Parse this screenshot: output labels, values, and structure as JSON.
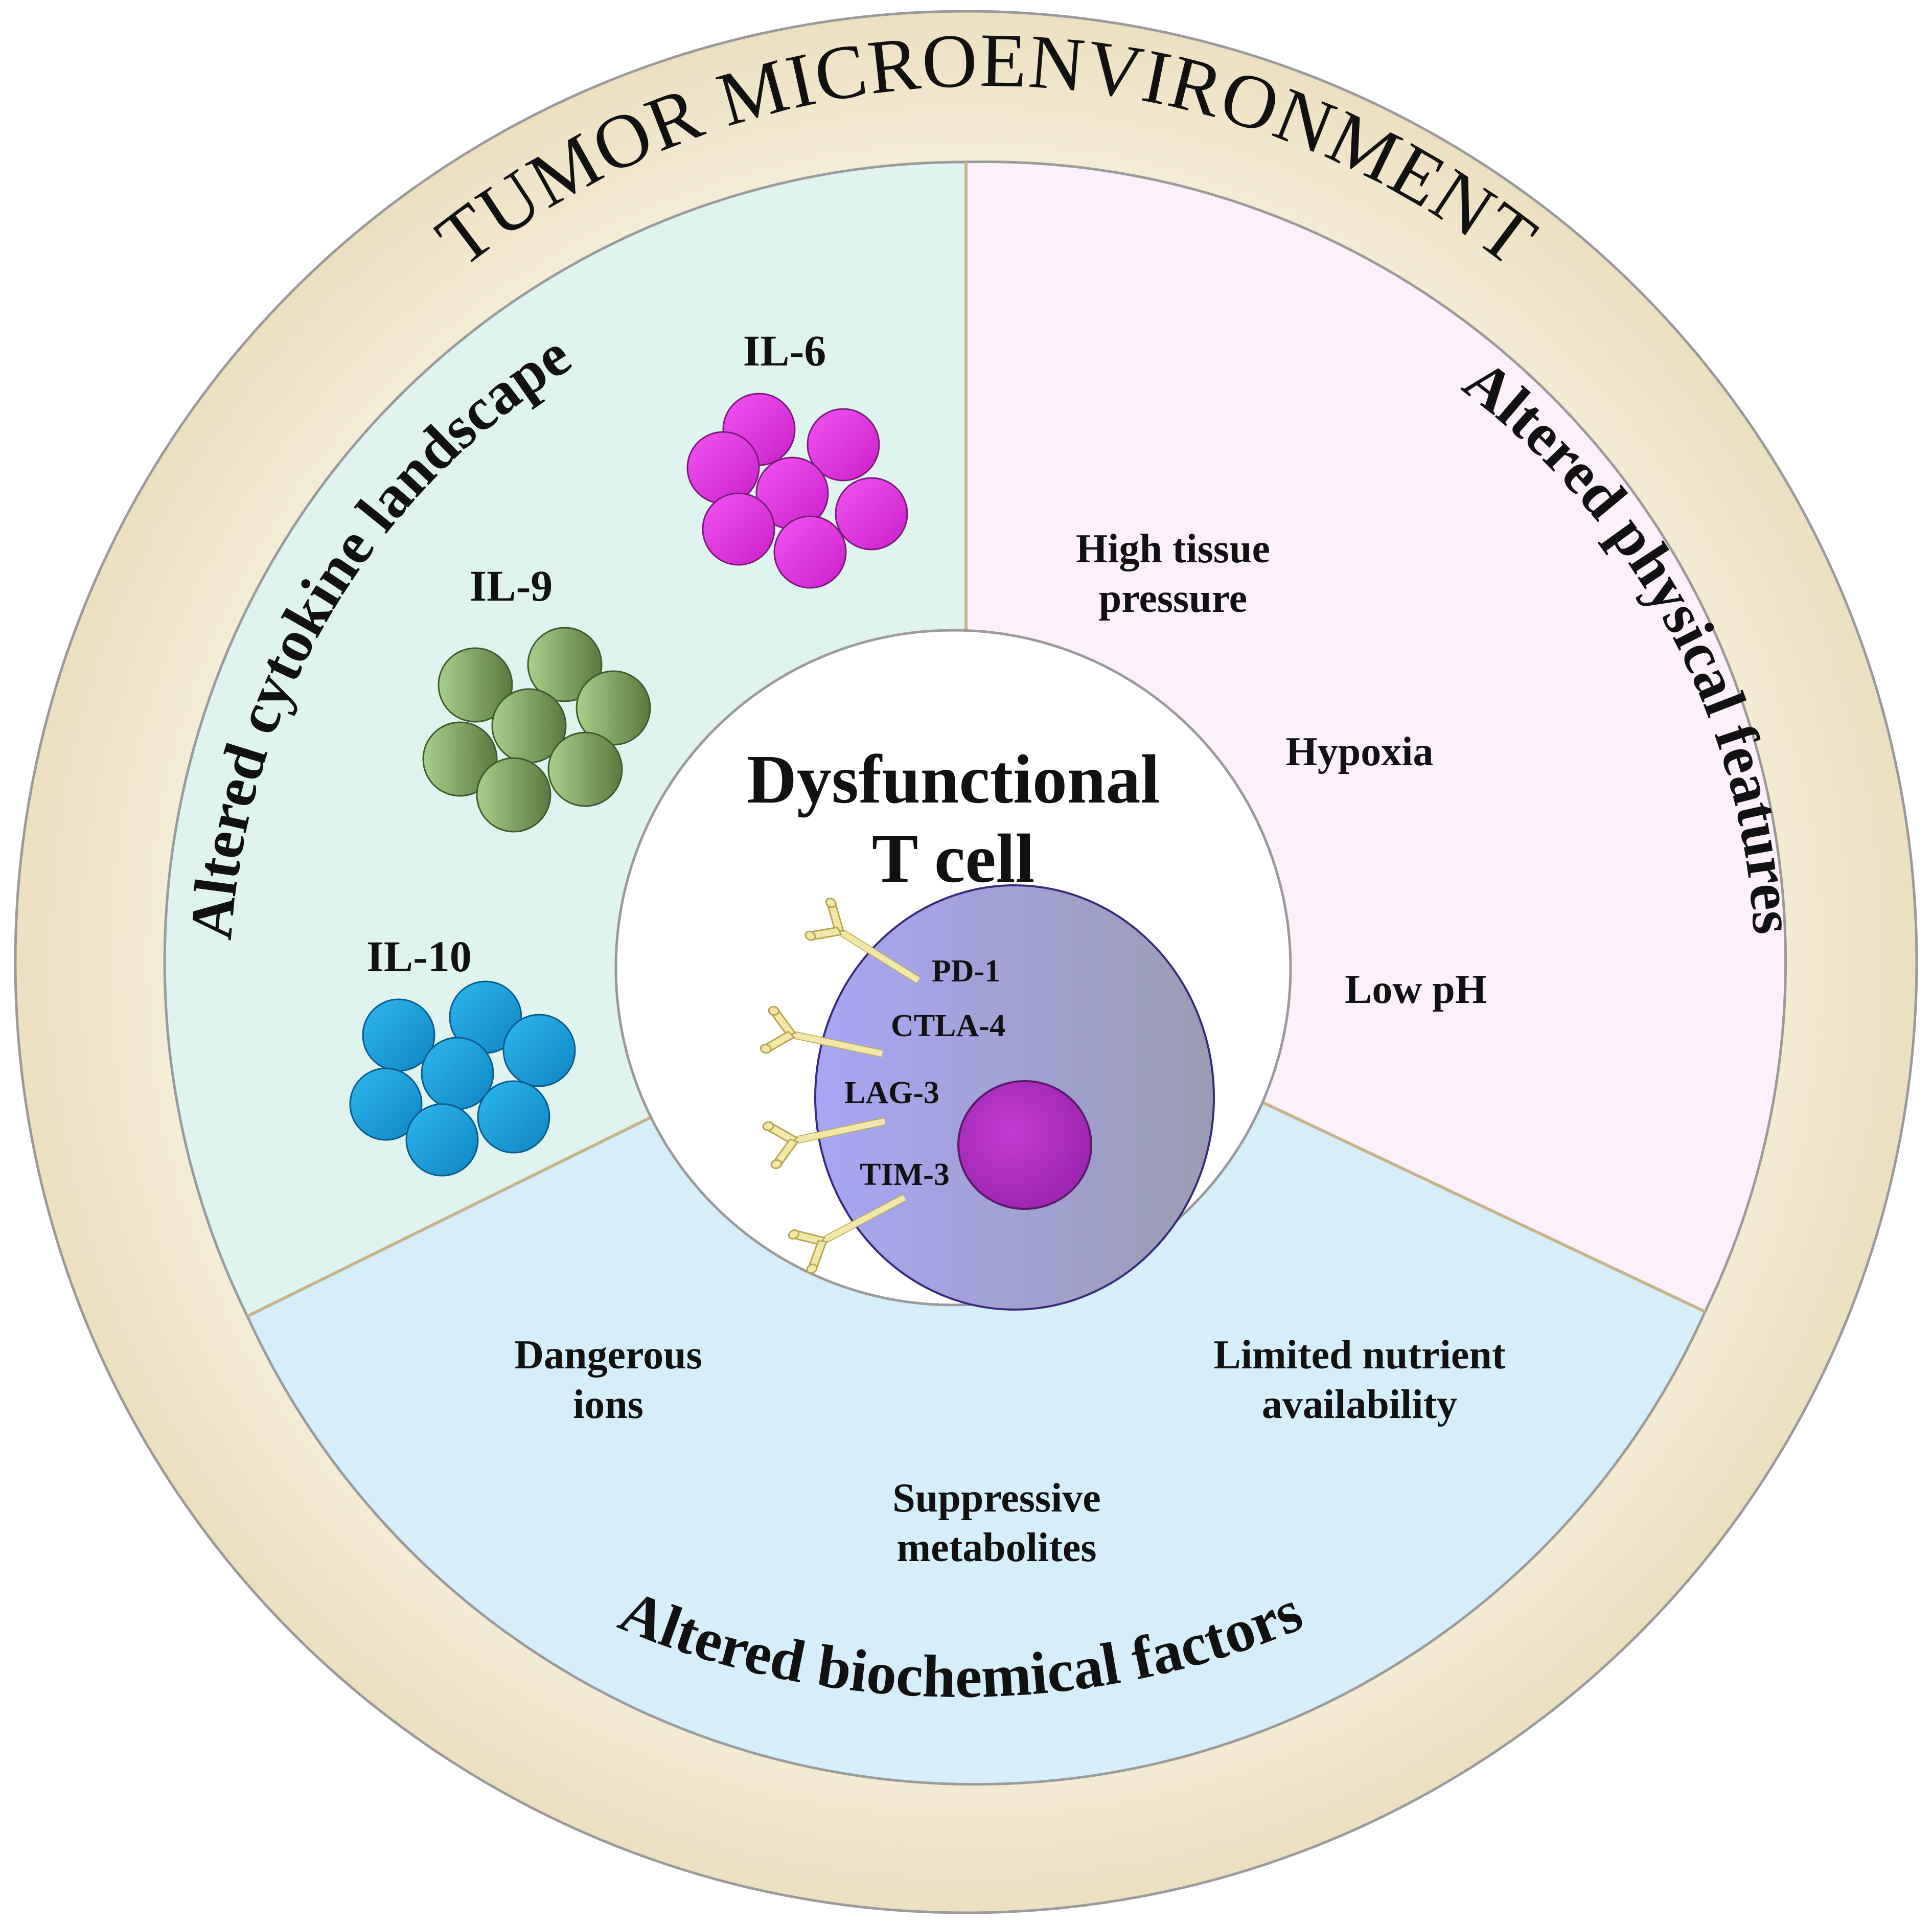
{
  "outer_ring": {
    "title": "TUMOR MICROENVIRONMENT"
  },
  "center": {
    "title_line1": "Dysfunctional",
    "title_line2": "T cell",
    "receptors": [
      "PD-1",
      "CTLA-4",
      "LAG-3",
      "TIM-3"
    ]
  },
  "sectors": {
    "cytokine": {
      "title": "Altered cytokine landscape",
      "cytokines": [
        {
          "label": "IL-6",
          "color": "#e62ee6"
        },
        {
          "label": "IL-9",
          "color": "#7a9a55"
        },
        {
          "label": "IL-10",
          "color": "#1a9ede"
        }
      ]
    },
    "physical": {
      "title": "Altered physical features",
      "items": [
        "High tissue",
        "pressure",
        "Hypoxia",
        "Low pH"
      ]
    },
    "biochemical": {
      "title": "Altered biochemical factors",
      "items": [
        "Dangerous",
        "ions",
        "Limited nutrient",
        "availability",
        "Suppressive",
        "metabolites"
      ]
    }
  },
  "colors": {
    "ring": "#f5ecd6",
    "cytokine_sector": "#dff4ef",
    "physical_sector": "#fcf0fb",
    "biochemical_sector": "#d5eefa",
    "cell_body": "#9c9ee0",
    "cell_nucleus": "#b22fbf",
    "receptor": "#f2e7a8"
  }
}
